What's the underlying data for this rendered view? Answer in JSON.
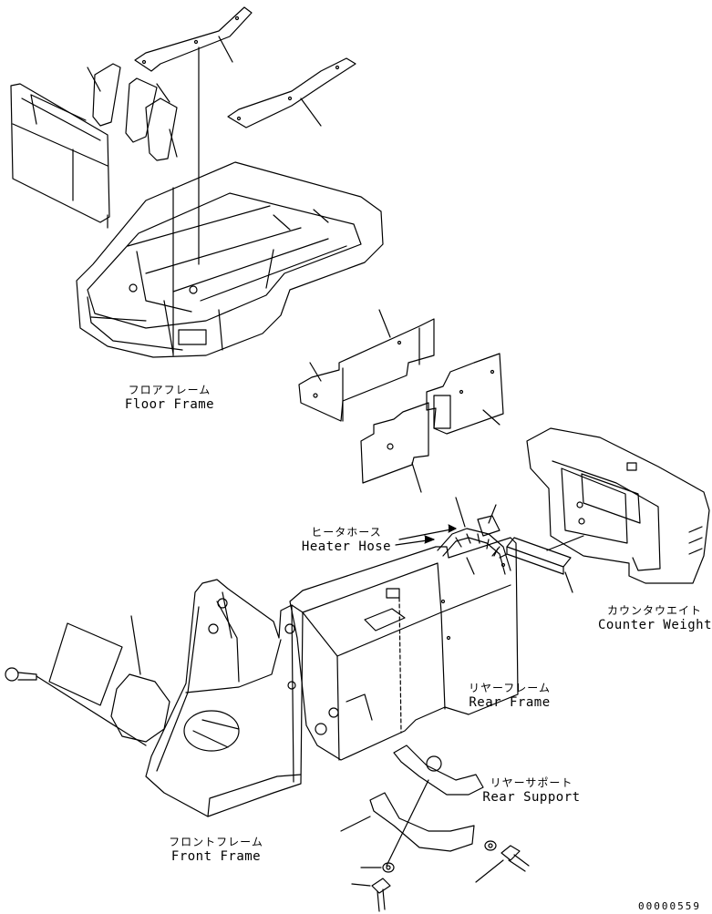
{
  "labels": {
    "floor_frame": {
      "jp": "フロアフレーム",
      "en": "Floor Frame"
    },
    "heater_hose": {
      "jp": "ヒータホース",
      "en": "Heater Hose"
    },
    "counter_weight": {
      "jp": "カウンタウエイト",
      "en": "Counter Weight"
    },
    "rear_frame": {
      "jp": "リヤーフレーム",
      "en": "Rear Frame"
    },
    "rear_support": {
      "jp": "リヤーサポート",
      "en": "Rear Support"
    },
    "front_frame": {
      "jp": "フロントフレーム",
      "en": "Front Frame"
    }
  },
  "document_number": "00000559"
}
